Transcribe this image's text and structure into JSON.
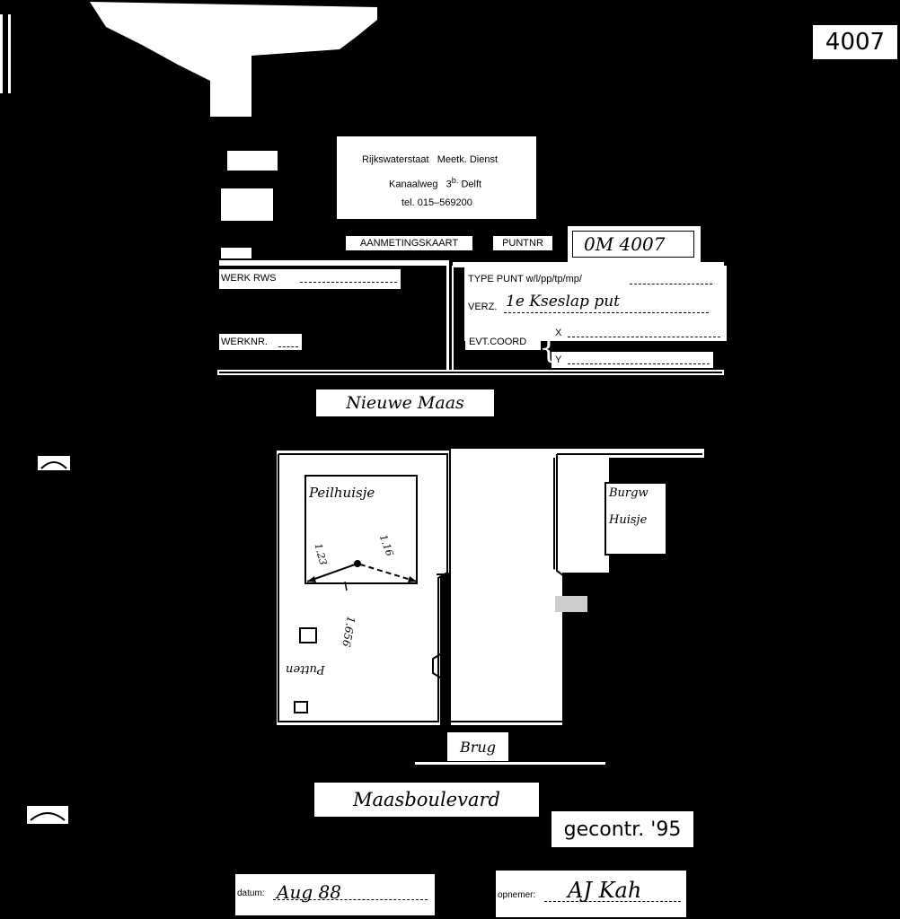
{
  "corner_number": "4007",
  "header": {
    "org": "Rijkswaterstaat",
    "dept": "Meetk. Dienst",
    "address_street": "Kanaalweg",
    "address_no": "3",
    "address_sup": "b.",
    "address_city": "Delft",
    "phone": "tel. 015–569200"
  },
  "card": {
    "title": "AANMETINGSKAART",
    "puntnr_label": "PUNTNR",
    "puntnr_value": "0M 4007",
    "werk_label": "WERK  RWS",
    "werknr_label": "WERKNR.",
    "type_label": "TYPE PUNT",
    "type_options": "w/l/pp/tp/mp/",
    "verz_label": "VERZ.",
    "verz_value": "1e Kseslap put",
    "evt_label": "EVT.COORD",
    "x_label": "X",
    "y_label": "Y"
  },
  "sketch": {
    "river": "Nieuwe Maas",
    "peilhuisje": "Peilhuisje",
    "burgw_1": "Burgw",
    "burgw_2": "Huisje",
    "meas_1": "1.23",
    "meas_2": "1.16",
    "meas_3": "1.656",
    "putten": "Putten",
    "brug": "Brug",
    "street": "Maasboulevard",
    "checked": "gecontr. '95"
  },
  "footer": {
    "datum_label": "datum:",
    "datum_value": "Aug 88",
    "opnemer_label": "opnemer:",
    "opnemer_value": "AJ Kah"
  }
}
